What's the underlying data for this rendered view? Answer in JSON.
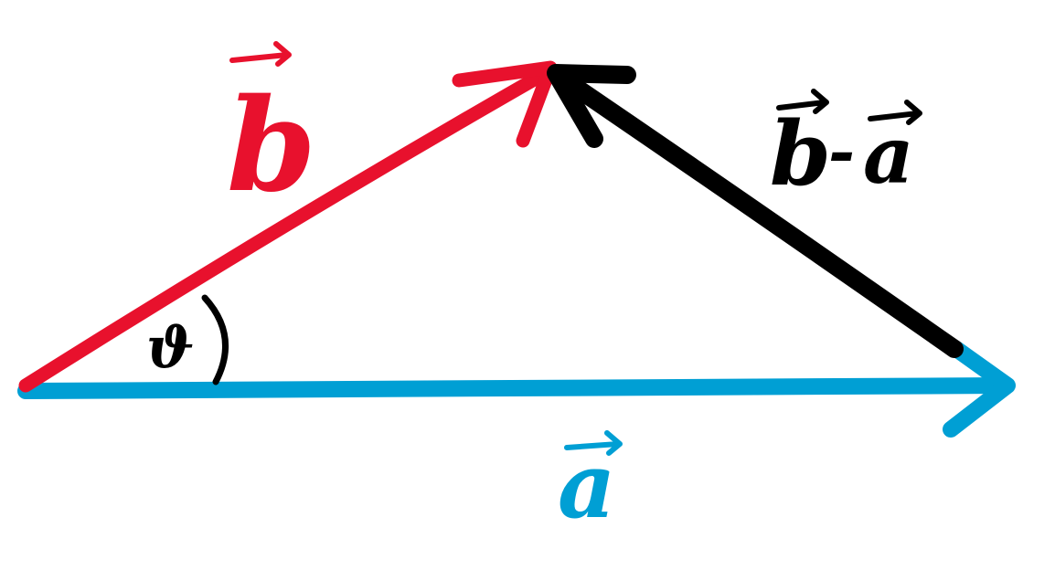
{
  "colors": {
    "vector_a": "#009fd4",
    "vector_b": "#e8112d",
    "difference": "#000000",
    "angle": "#000000",
    "background": "#ffffff"
  },
  "labels": {
    "vector_a": "a",
    "vector_b": "b",
    "difference_b": "b",
    "difference_minus": "-",
    "difference_a": "a",
    "angle": "ϑ"
  }
}
